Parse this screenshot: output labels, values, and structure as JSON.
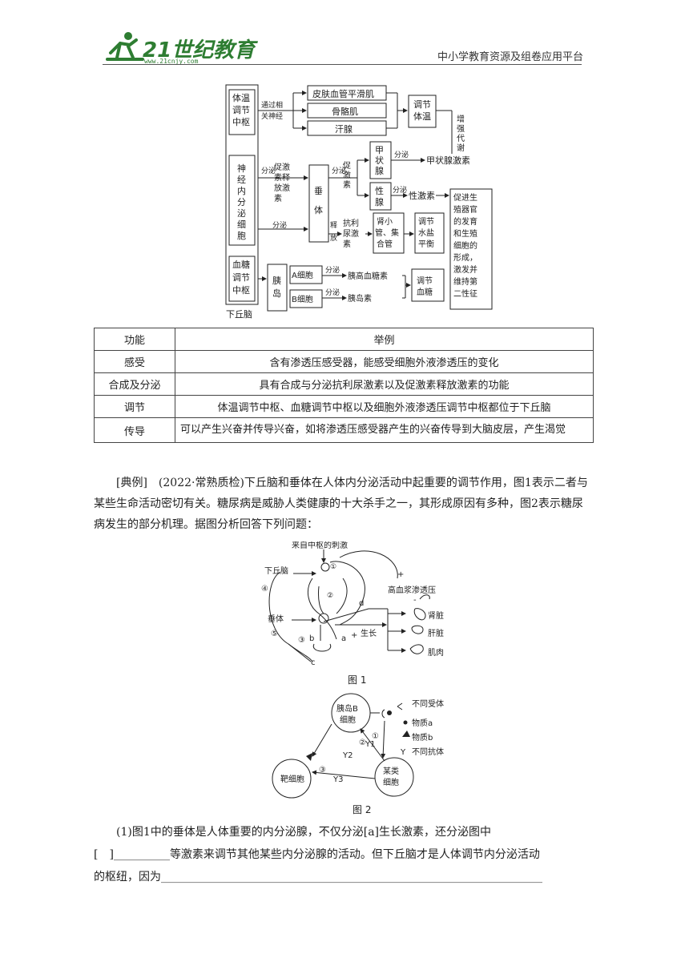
{
  "header": {
    "logo_text": "21世纪教育",
    "logo_sub": "www.21cnjy.com",
    "right_text": "中小学教育资源及组卷应用平台"
  },
  "diagram1": {
    "col_left": [
      "体温调节中枢",
      "神经内分泌细胞",
      "血糖调节中枢"
    ],
    "bottom_label": "下丘脑",
    "via_nerve": "通过相关神经",
    "effectors": [
      "皮肤血管平滑肌",
      "骨骼肌",
      "汗腺"
    ],
    "regulate_temp": "调节体温",
    "increase_metab": "增强代谢",
    "secrete": "分泌",
    "release": "释放",
    "trh": "促激素释放激素",
    "pituitary": "垂体",
    "tropic": "促激素",
    "thyroid": "甲状腺",
    "thyroid_hormone": "甲状腺激素",
    "gonad": "性腺",
    "sex_hormone": "性激素",
    "adh": "抗利尿激素",
    "kidney": "肾小管、集合管",
    "water_salt": "调节水盐平衡",
    "sex_effect": "促进生殖器官的发育和生殖细胞的形成，激发并维持第二性征",
    "islet": "胰岛",
    "a_cell": "A细胞",
    "b_cell": "B细胞",
    "glucagon": "胰高血糖素",
    "insulin": "胰岛素",
    "blood_sugar": "调节血糖"
  },
  "table": {
    "headers": [
      "功能",
      "举例"
    ],
    "rows": [
      {
        "func": "感受",
        "example": "含有渗透压感受器，能感受细胞外液渗透压的变化"
      },
      {
        "func": "合成及分泌",
        "example": "具有合成与分泌抗利尿激素以及促激素释放激素的功能"
      },
      {
        "func": "调节",
        "example": "体温调节中枢、血糖调节中枢以及细胞外液渗透压调节中枢都位于下丘脑"
      },
      {
        "func": "传导",
        "example": "可以产生兴奋并传导兴奋，如将渗透压感受器产生的兴奋传导到大脑皮层，产生渴觉"
      }
    ]
  },
  "example_para": "[典例]　(2022·常熟质检)下丘脑和垂体在人体内分泌活动中起重要的调节作用，图1表示二者与某些生命活动密切有关。糖尿病是威胁人类健康的十大杀手之一，其形成原因有多种，图2表示糖尿病发生的部分机理。据图分析回答下列问题：",
  "figure1": {
    "caption": "图 1",
    "stimulus": "来自中枢的刺激",
    "hypothalamus": "下丘脑",
    "pituitary": "垂体",
    "high_osm": "高血浆渗透压",
    "growth": "生长",
    "kidney": "肾脏",
    "liver": "肝脏",
    "muscle": "肌肉",
    "labels": [
      "①",
      "②",
      "③",
      "④",
      "⑤",
      "a",
      "b",
      "c",
      "d",
      "+",
      "+",
      "-"
    ]
  },
  "figure2": {
    "caption": "图 2",
    "b_cell": "胰岛B细胞",
    "target": "靶细胞",
    "some_cell": "某类细胞",
    "legend": [
      "不同受体",
      "物质a",
      "物质b",
      "不同抗体"
    ],
    "legend_y": "Y",
    "labels": [
      "①",
      "②",
      "③",
      "Y1",
      "Y2",
      "Y3"
    ]
  },
  "question1": {
    "line1": "(1)图1中的垂体是人体重要的内分泌腺，不仅分泌[a]生长激素，还分泌图中",
    "line2_prefix": "[　]",
    "line2_blank": "__________",
    "line2_rest": "等激素来调节其他某些内分泌腺的活动。但下丘脑才是人体调节内分泌活动",
    "line3_prefix": "的枢纽，因为",
    "line3_blank": "____________________________________________________________________"
  }
}
